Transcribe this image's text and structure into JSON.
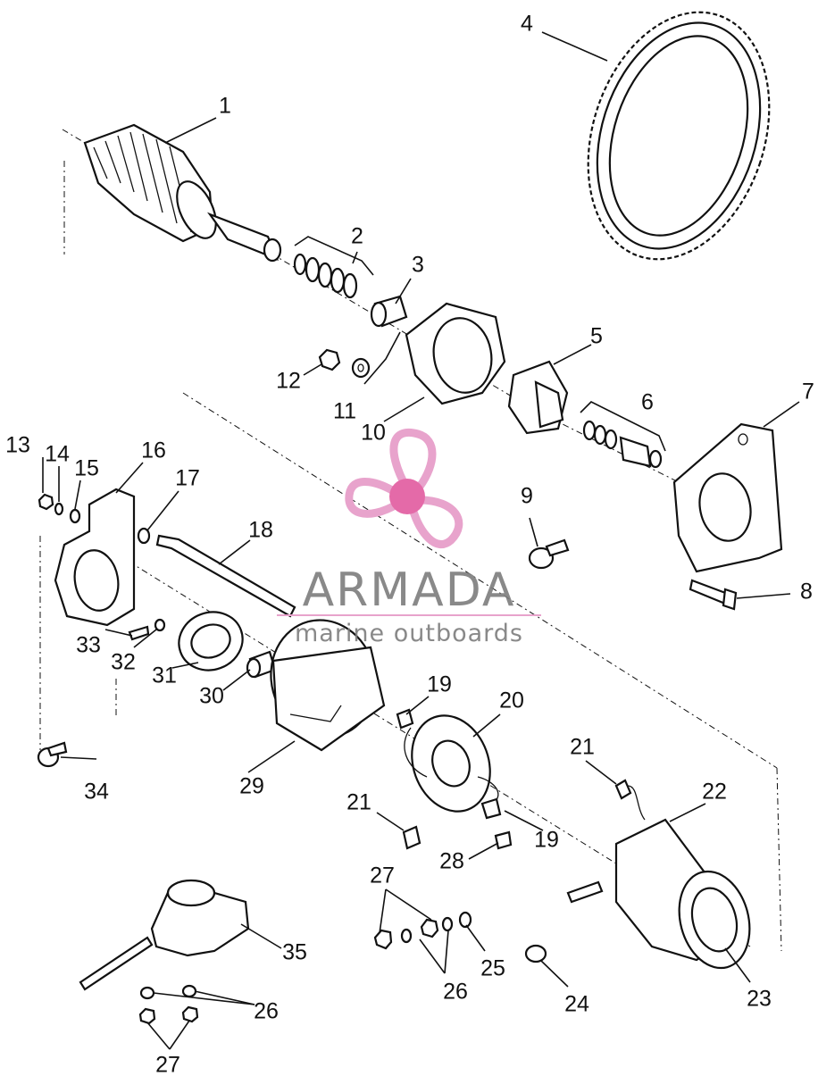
{
  "diagram": {
    "callouts": [
      "1",
      "2",
      "3",
      "4",
      "5",
      "6",
      "7",
      "8",
      "9",
      "10",
      "11",
      "12",
      "13",
      "14",
      "15",
      "16",
      "17",
      "18",
      "19",
      "19",
      "20",
      "21",
      "21",
      "22",
      "23",
      "24",
      "25",
      "26",
      "26",
      "27",
      "27",
      "28",
      "29",
      "30",
      "31",
      "32",
      "33",
      "34",
      "35"
    ]
  },
  "watermark": {
    "brand": "ARMADA",
    "tagline": "marine outboards",
    "logo_color": "#e8a3cc",
    "logo_hub_color": "#e46aa8"
  }
}
